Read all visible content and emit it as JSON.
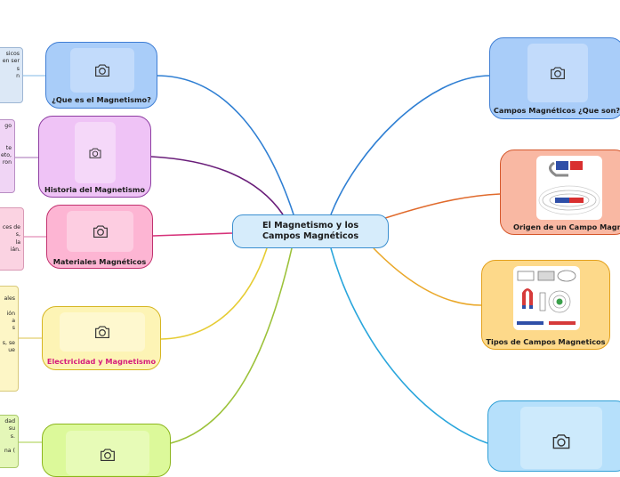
{
  "center": {
    "title": "El Magnetismo y los Campos Magnéticos"
  },
  "nodes": {
    "que_es": {
      "label": "¿Que es el Magnetismo?",
      "color": "#a9cdf9",
      "border": "#3f7ed4"
    },
    "historia": {
      "label": "Historia del Magnetismo",
      "color": "#efc3f6",
      "border": "#8e3ea2"
    },
    "materiales": {
      "label": "Materiales Magnéticos",
      "color": "#fdb5d3",
      "border": "#c2326f"
    },
    "electricidad": {
      "label": "Electricidad y Magnetismo",
      "color": "#fdf4b5",
      "border": "#d6b623",
      "label_color": "#d51c7c"
    },
    "bottom_left": {
      "label": "",
      "color": "#dcf99a",
      "border": "#8cb61e"
    },
    "campos": {
      "label": "Campos Magnéticos ¿Que son?",
      "color": "#a9cdf9",
      "border": "#3f7ed4"
    },
    "origen": {
      "label": "Origen de un Campo Magnético",
      "color": "#f9b8a3",
      "border": "#d5582c"
    },
    "tipos": {
      "label": "Tipos de Campos Magneticos",
      "color": "#fdd98a",
      "border": "#e3a11c"
    },
    "bottom_right": {
      "label": "",
      "color": "#b6e0fb",
      "border": "#2e9fd6"
    }
  },
  "notes": {
    "n1": [
      "sicos",
      "en ser",
      "s",
      "",
      "n"
    ],
    "n2": [
      "go",
      "",
      "",
      "te",
      "eto,",
      "ron"
    ],
    "n3": [
      "",
      "",
      "ces de",
      "s,",
      "la",
      "ián."
    ],
    "n4": [
      "",
      "ales",
      "",
      "ión",
      "a",
      "s",
      "",
      "s, se",
      "ue"
    ],
    "n5": [
      "dad",
      "su",
      "s.",
      "",
      "na ("
    ]
  },
  "colors": {
    "link_blue": "#2f7fd3",
    "link_purple": "#6a1e7a",
    "link_pink": "#d6337a",
    "link_yellow": "#e6cc33",
    "link_green": "#9cc23a",
    "link_orange": "#e06a2c",
    "link_amber": "#eaa82a",
    "link_sky": "#2aa6dc"
  }
}
